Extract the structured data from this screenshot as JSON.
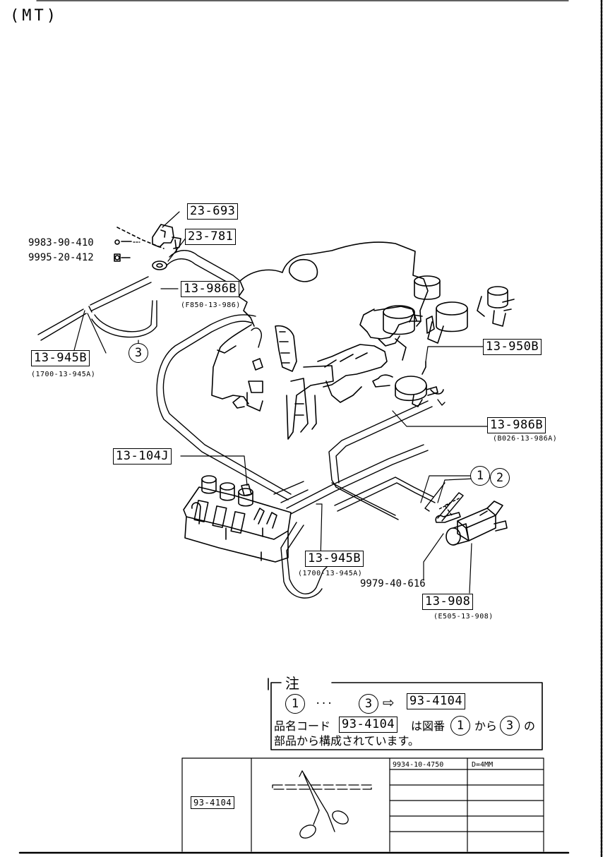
{
  "header": {
    "model_tag": "(MT)"
  },
  "callouts": {
    "p23693": "23-693",
    "p23781": "23-781",
    "p13986b_upper": "13-986B",
    "p13986b_upper_ref": "(F850-13-986)",
    "p13945b_left": "13-945B",
    "p13945b_left_ref": "(1700-13-945A)",
    "p13950b": "13-950B",
    "p13986b_right": "13-986B",
    "p13986b_right_ref": "(B026-13-986A)",
    "p13104j": "13-104J",
    "p13945b_lower": "13-945B",
    "p13945b_lower_ref": "(1700-13-945A)",
    "p13908": "13-908",
    "p13908_ref": "(E505-13-908)"
  },
  "part_numbers": {
    "bolt_9983": "9983-90-410",
    "bolt_9995": "9995-20-412",
    "bolt_9979": "9979-40-616"
  },
  "circled_refs": {
    "ref1": "1",
    "ref2": "2",
    "ref3": "3"
  },
  "note": {
    "heading": "注",
    "range_from": "1",
    "range_ellipsis": "···",
    "range_to": "3",
    "arrow": "⇨",
    "kit_code": "93-4104",
    "line2_prefix": "品名コード",
    "line2_code": "93-4104",
    "line2_mid": "は図番",
    "line2_from": "1",
    "line2_kara": "から",
    "line2_to": "3",
    "line2_no": "の",
    "line3": "部品から構成されています。"
  },
  "kit_table": {
    "code": "93-4104",
    "spec_part": "9934-10-4750",
    "spec_dim": "D=4MM"
  }
}
